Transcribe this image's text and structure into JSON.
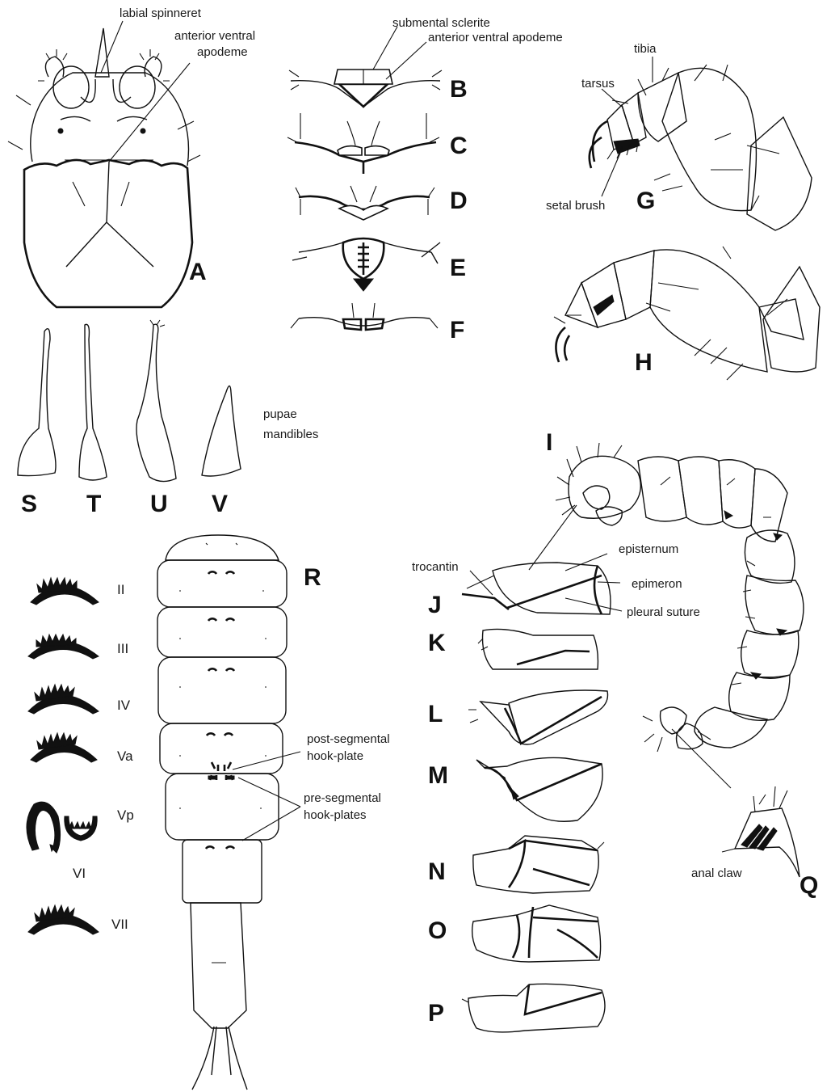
{
  "panels": {
    "A": "A",
    "B": "B",
    "C": "C",
    "D": "D",
    "E": "E",
    "F": "F",
    "G": "G",
    "H": "H",
    "I": "I",
    "J": "J",
    "K": "K",
    "L": "L",
    "M": "M",
    "N": "N",
    "O": "O",
    "P": "P",
    "Q": "Q",
    "R": "R",
    "S": "S",
    "T": "T",
    "U": "U",
    "V": "V"
  },
  "labels": {
    "labial_spinneret": "labial spinneret",
    "anterior_ventral_apodeme_line1": "anterior ventral",
    "anterior_ventral_apodeme_line2": "apodeme",
    "submental_sclerite": "submental sclerite",
    "anterior_ventral_apodeme_b": "anterior ventral apodeme",
    "tibia": "tibia",
    "tarsus": "tarsus",
    "setal_brush": "setal brush",
    "pupae_mandibles_line1": "pupae",
    "pupae_mandibles_line2": "mandibles",
    "trocantin": "trocantin",
    "episternum": "episternum",
    "epimeron": "epimeron",
    "pleural_suture": "pleural suture",
    "post_segmental_line1": "post-segmental",
    "post_segmental_line2": "hook-plate",
    "pre_segmental_line1": "pre-segmental",
    "pre_segmental_line2": "hook-plates",
    "anal_claw": "anal claw"
  },
  "hook_plates": [
    "II",
    "III",
    "IV",
    "Va",
    "Vp",
    "VI",
    "VII"
  ]
}
